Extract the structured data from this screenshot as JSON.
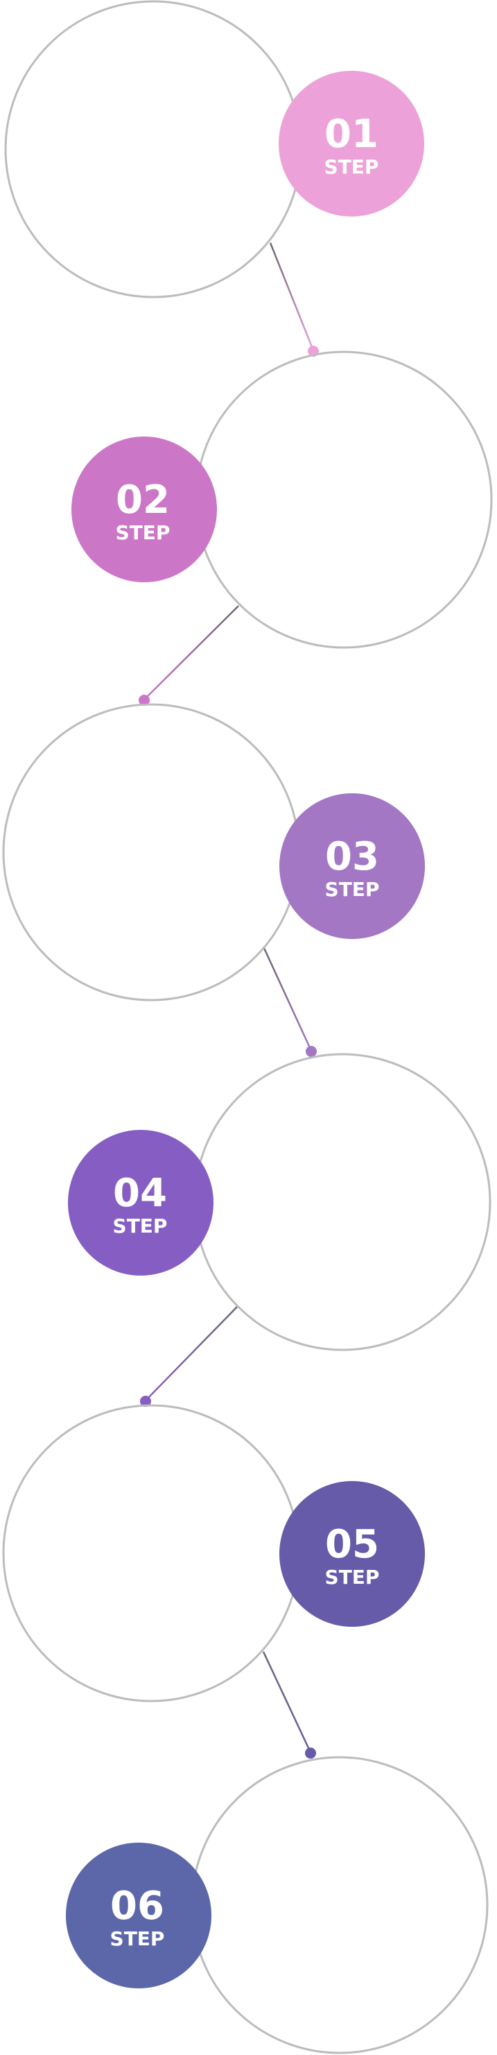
{
  "colors": {
    "outline": "#bcbcbc",
    "connector_dark": "#6e6478"
  },
  "steps": [
    {
      "number": "01",
      "label": "STEP",
      "color": "#eca2d8"
    },
    {
      "number": "02",
      "label": "STEP",
      "color": "#cc76c8"
    },
    {
      "number": "03",
      "label": "STEP",
      "color": "#a377c4"
    },
    {
      "number": "04",
      "label": "STEP",
      "color": "#865ec3"
    },
    {
      "number": "05",
      "label": "STEP",
      "color": "#655ba8"
    },
    {
      "number": "06",
      "label": "STEP",
      "color": "#5b67a8"
    }
  ]
}
